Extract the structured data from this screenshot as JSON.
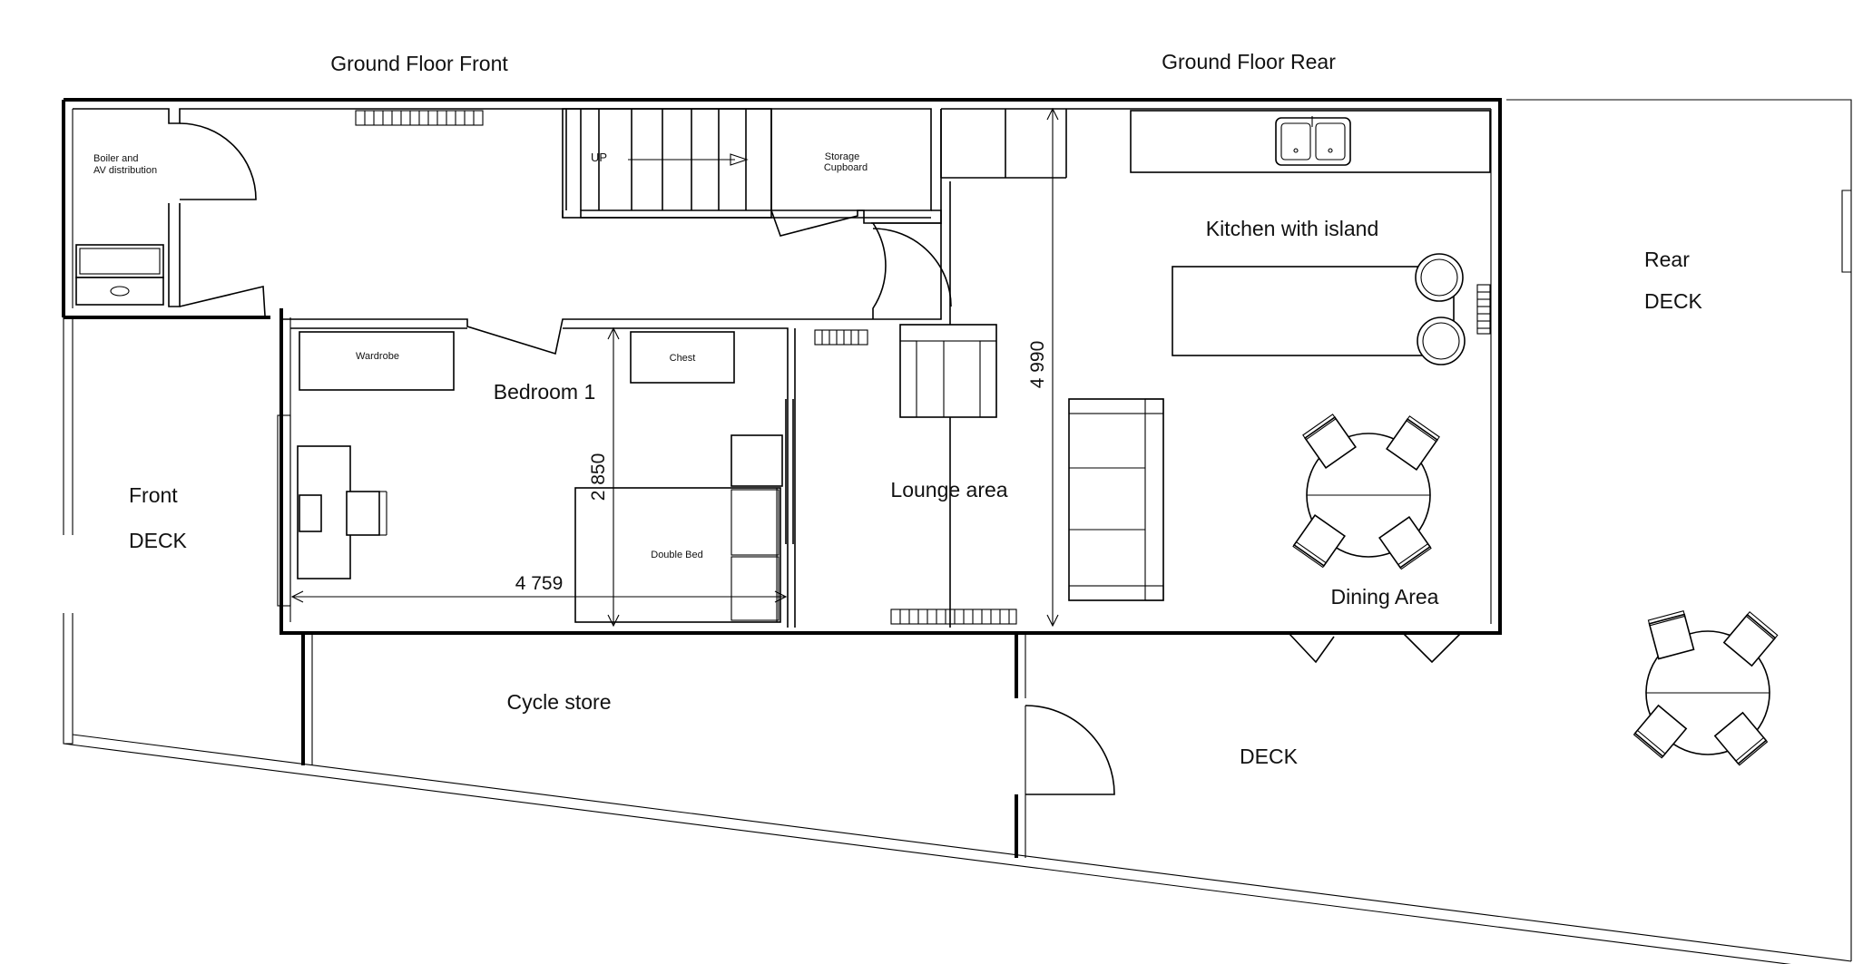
{
  "headings": {
    "front": "Ground Floor Front",
    "rear": "Ground Floor Rear"
  },
  "rooms": {
    "boiler": [
      "Boiler and",
      "AV distribution"
    ],
    "up": "UP",
    "storage": [
      "Storage",
      "Cupboard"
    ],
    "kitchen": "Kitchen with island",
    "bedroom": "Bedroom 1",
    "wardrobe": "Wardrobe",
    "chest": "Chest",
    "double_bed": "Double Bed",
    "lounge": "Lounge area",
    "dining": "Dining Area",
    "cycle_store": "Cycle store",
    "front_deck": [
      "Front",
      "DECK"
    ],
    "rear_deck": [
      "Rear",
      "DECK"
    ],
    "deck": "DECK"
  },
  "dimensions": {
    "bedroom_width": "4 759",
    "bedroom_depth": "2 850",
    "lounge_depth": "4 990"
  }
}
